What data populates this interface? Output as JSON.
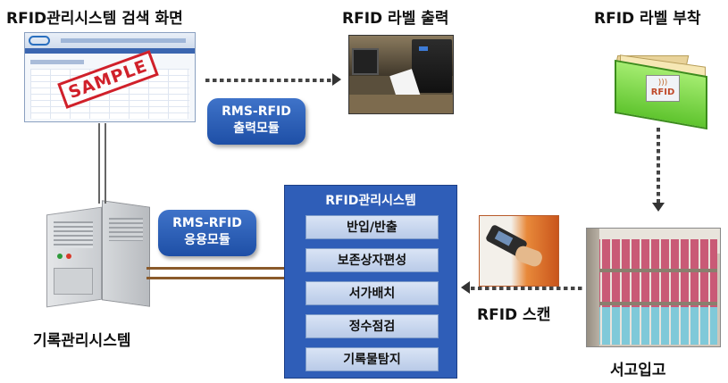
{
  "captions": {
    "search_screen": "RFID관리시스템 검색 화면",
    "label_print": "RFID 라벨 출력",
    "label_attach": "RFID 라벨 부착",
    "records_system": "기록관리시스템",
    "shelving": "서고입고",
    "rfid_scan": "RFID 스캔"
  },
  "output_module": {
    "line1": "RMS-RFID",
    "line2": "출력모듈"
  },
  "app_module": {
    "line1": "RMS-RFID",
    "line2": "응용모듈"
  },
  "system": {
    "title": "RFID관리시스템",
    "functions": [
      "반입/반출",
      "보존상자편성",
      "서가배치",
      "정수점검",
      "기록물탐지"
    ]
  },
  "screenshot_stamp": "SAMPLE",
  "folder_tag": "RFID",
  "colors": {
    "pill_blue": "#2f5eb8",
    "stamp_red": "#d0202a",
    "folder_green": "#7ddc4a",
    "cable_brown": "#8a5a2b"
  }
}
